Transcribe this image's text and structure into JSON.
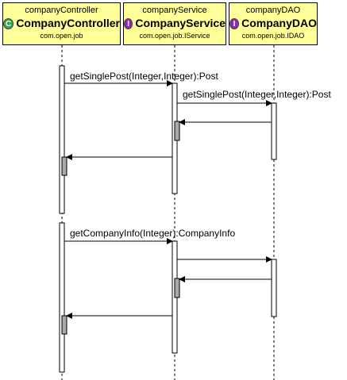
{
  "colors": {
    "header_fill": "#ffff99",
    "class_badge": "#2da84a",
    "interface_badge": "#8c29b5",
    "activation_fill": "#ffffff",
    "nested_activation_fill": "#a9a9a9"
  },
  "participants": [
    {
      "id": "controller",
      "instance": "companyController",
      "badge": "C",
      "badge_kind": "class",
      "class_name": "CompanyController",
      "package": "com.open.job"
    },
    {
      "id": "service",
      "instance": "companyService",
      "badge": "I",
      "badge_kind": "interface",
      "class_name": "CompanyService",
      "package": "com.open.job.IService"
    },
    {
      "id": "dao",
      "instance": "companyDAO",
      "badge": "I",
      "badge_kind": "interface",
      "class_name": "CompanyDAO",
      "package": "com.open.job.IDAO"
    }
  ],
  "messages": [
    {
      "label": "getSinglePost(Integer,Integer):Post"
    },
    {
      "label": "getSinglePost(Integer,Integer):Post"
    },
    {
      "label": "getCompanyInfo(Integer):CompanyInfo"
    }
  ]
}
